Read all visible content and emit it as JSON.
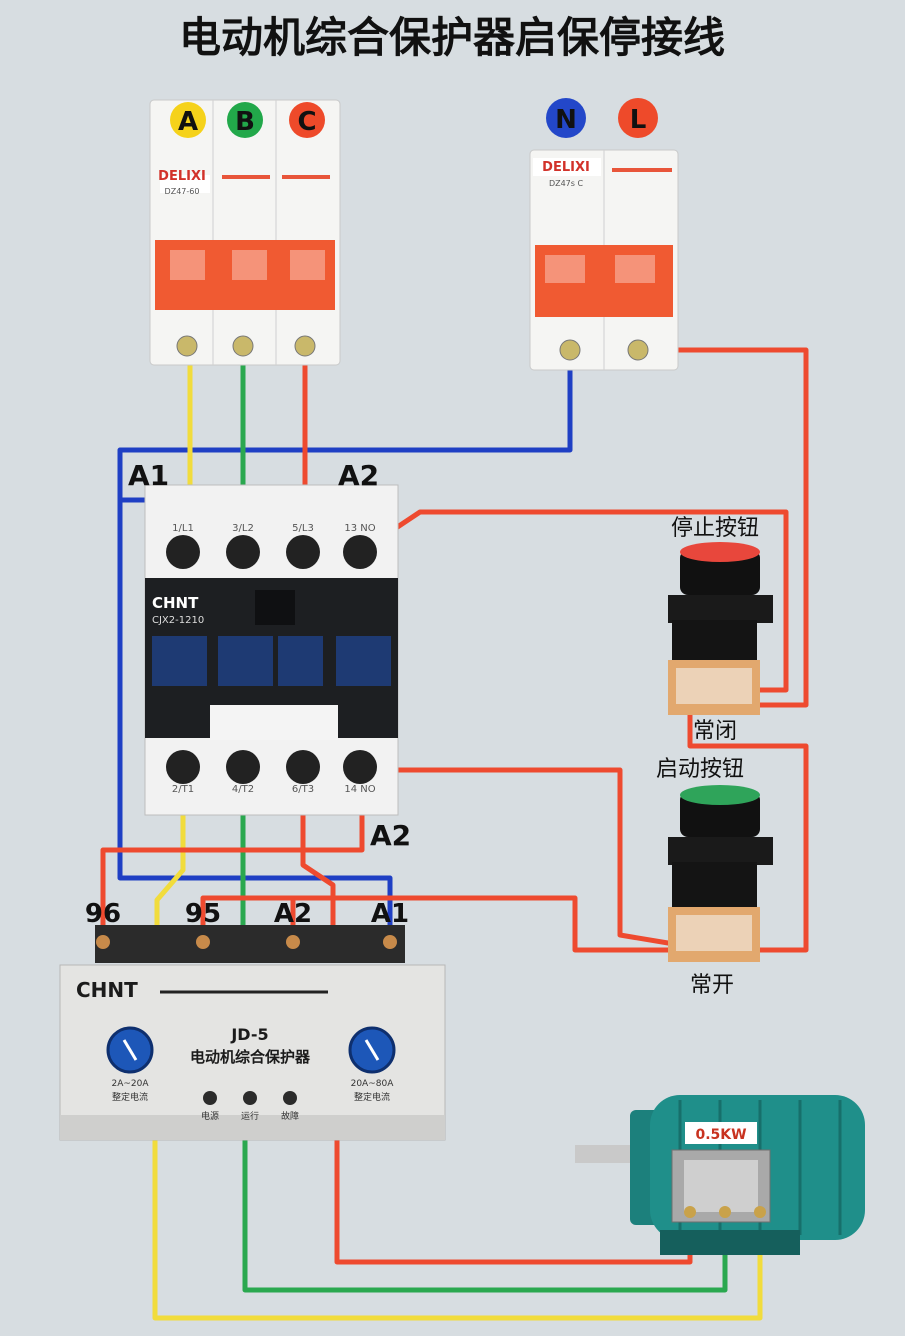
{
  "title": "电动机综合保护器启保停接线",
  "breaker3": {
    "phase_labels": [
      "A",
      "B",
      "C"
    ],
    "phase_colors": [
      "#f5d21a",
      "#22a84a",
      "#ee4a2a"
    ],
    "brand": "DELIXI",
    "model": "DZ47-60"
  },
  "breaker1": {
    "labels": [
      "N",
      "L"
    ],
    "colors": [
      "#2347c9",
      "#ee4a2a"
    ],
    "brand": "DELIXI",
    "model": "DZ47s C"
  },
  "contactor": {
    "coil_left": "A1",
    "coil_right": "A2",
    "top_terminals": [
      "1/L1",
      "3/L2",
      "5/L3",
      "13 NO"
    ],
    "bottom_terminals": [
      "2/T1",
      "4/T2",
      "6/T3",
      "14 NO"
    ],
    "brand": "CHNT",
    "model": "CJX2-1210",
    "bottom_coil_label": "A2"
  },
  "stop_button": {
    "label": "停止按钮",
    "contact": "常闭",
    "color": "#e8473c"
  },
  "start_button": {
    "label": "启动按钮",
    "contact": "常开",
    "color": "#2fa45a"
  },
  "protector": {
    "terminals": [
      "96",
      "95",
      "A2",
      "A1"
    ],
    "brand": "CHNT",
    "model": "JD-5",
    "name": "电动机综合保护器",
    "left_range": "2A~20A",
    "right_range": "20A~80A",
    "indicators": [
      "电源",
      "运行",
      "故障"
    ],
    "left_knob_labels": "整定电流",
    "right_knob_labels": "整定电流"
  },
  "motor": {
    "power": "0.5KW",
    "body_color": "#1f8f8a"
  },
  "wire_colors": {
    "yellow": "#f1dc3c",
    "green": "#2aa84f",
    "red": "#ee4a2f",
    "blue": "#1f3fc4"
  }
}
